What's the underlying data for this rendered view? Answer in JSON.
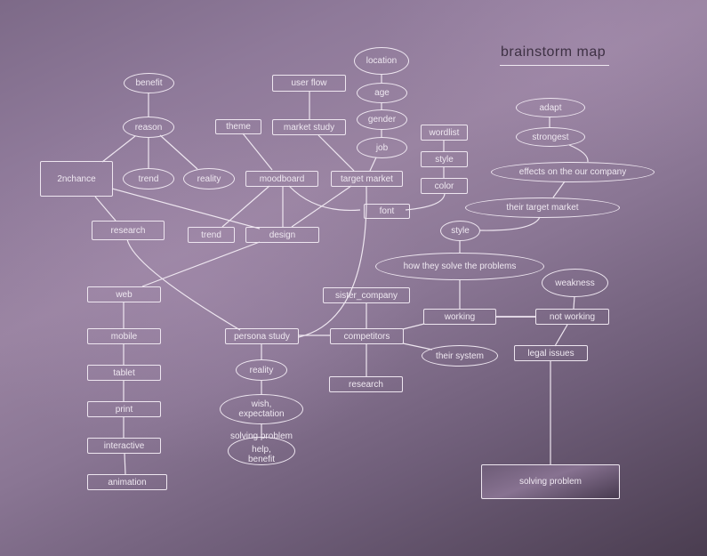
{
  "title": "brainstorm map",
  "colors": {
    "background_light": "#9a84a2",
    "background_dark": "#4a3d50",
    "node_stroke": "#eee6f0",
    "node_text": "#efe8f1",
    "title_text": "#3e3144"
  },
  "nodes": {
    "benefit": "benefit",
    "reason": "reason",
    "twonchance": "2nchance",
    "trend_reason": "trend",
    "reality_reason": "reality",
    "research_left": "research",
    "theme": "theme",
    "user_flow": "user flow",
    "market_study": "market study",
    "moodboard": "moodboard",
    "target_market": "target market",
    "trend_mood": "trend",
    "design": "design",
    "location": "location",
    "age": "age",
    "gender": "gender",
    "job": "job",
    "wordlist": "wordlist",
    "style_box": "style",
    "color": "color",
    "font": "font",
    "adapt": "adapt",
    "strongest": "strongest",
    "effects": "effects on the our company",
    "their_target_market": "their target market",
    "style_ellipse": "style",
    "how_solve": "how they solve the problems",
    "weakness": "weakness",
    "working": "working",
    "not_working": "not working",
    "legal_issues": "legal issues",
    "solving_problem_box": "solving problem",
    "web": "web",
    "mobile": "mobile",
    "tablet": "tablet",
    "print": "print",
    "interactive": "interactive",
    "animation": "animation",
    "sister_company": "sister_company",
    "persona_study": "persona study",
    "competitors": "competitors",
    "their_system": "their system",
    "research_comp": "research",
    "reality_persona": "reality",
    "wish": "wish,\nexpectation",
    "solving_problem_label": "solving problem",
    "help_benefit": "help,\nbenefit"
  }
}
